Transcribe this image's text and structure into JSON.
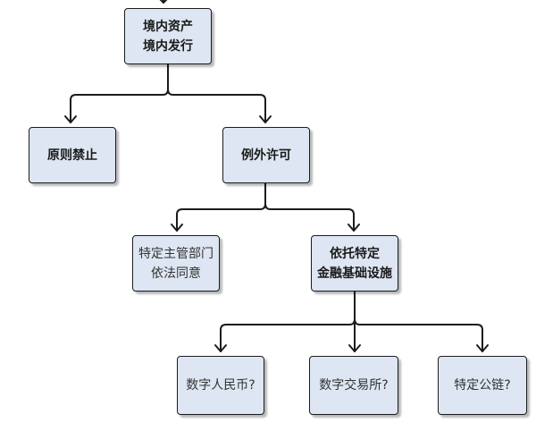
{
  "diagram": {
    "root": {
      "line1": "境内资产",
      "line2": "境内发行"
    },
    "prohibit": {
      "label": "原则禁止"
    },
    "exception": {
      "label": "例外许可"
    },
    "agency": {
      "line1": "特定主管部门",
      "line2": "依法同意"
    },
    "infra": {
      "line1": "依托特定",
      "line2": "金融基础设施"
    },
    "leaves": {
      "rmb": "数字人民币?",
      "exchange": "数字交易所?",
      "chain": "特定公链?"
    }
  },
  "colors": {
    "node_fill": "#dde6f2",
    "node_border": "#1c1c1c",
    "connector": "#1c1c1c"
  }
}
